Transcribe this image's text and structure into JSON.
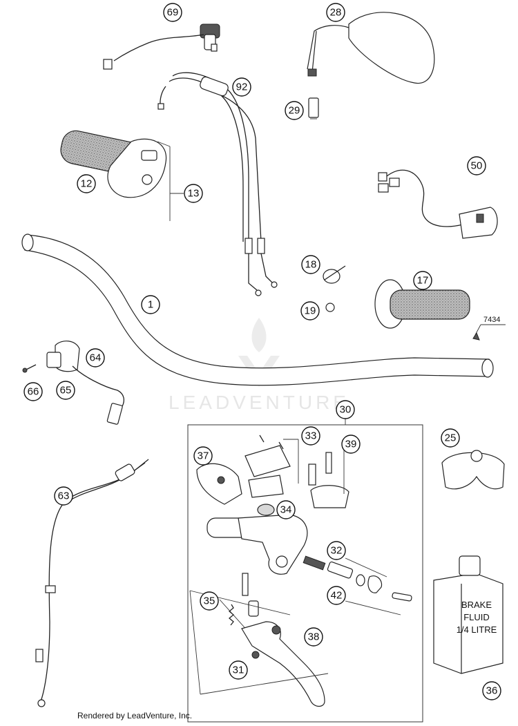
{
  "watermark": {
    "brand": "LEADVENTURE"
  },
  "callouts": {
    "c69": "69",
    "c28": "28",
    "c92": "92",
    "c29": "29",
    "c12": "12",
    "c13": "13",
    "c50": "50",
    "c18": "18",
    "c17": "17",
    "c1": "1",
    "c19": "19",
    "c64": "64",
    "c66": "66",
    "c65": "65",
    "c30": "30",
    "c33": "33",
    "c39": "39",
    "c25": "25",
    "c37": "37",
    "c34": "34",
    "c63": "63",
    "c32": "32",
    "c42": "42",
    "c35": "35",
    "c38": "38",
    "c31": "31",
    "c36": "36"
  },
  "part_number_note": "7434",
  "bottle_label": {
    "line1": "BRAKE",
    "line2": "FLUID",
    "line3": "1/4 LITRE"
  },
  "footer": {
    "text": "Rendered by LeadVenture, Inc."
  }
}
